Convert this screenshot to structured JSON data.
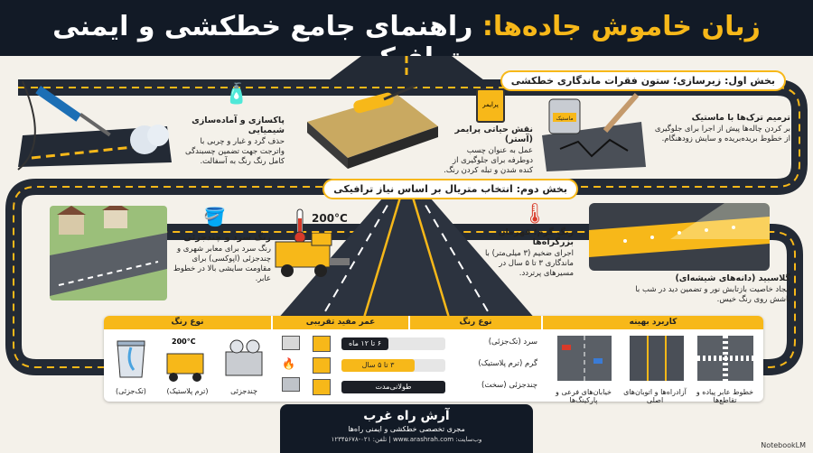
{
  "header": {
    "title_main": "زبان خاموش جاده‌ها:",
    "title_rest": "راهنمای جامع خطکشی و ایمنی ترافیکی"
  },
  "section1": {
    "banner": "بخش اول: زیرسازی؛ ستون فقرات ماندگاری خطکشی",
    "mastic_can_label": "ماستیک",
    "primer_can_label": "پرایمر",
    "step_mastic": {
      "title": "ترمیم ترک‌ها با ماستیک",
      "body": "بر کردن چاله‌ها پیش از اجرا برای جلوگیری از خطوط بریده‌بریده و سایش زودهنگام."
    },
    "step_primer": {
      "title": "نقش حیاتی پرایمر (آستر)",
      "body": "عمل به عنوان چسب دوطرفه برای جلوگیری از کنده شدن و تبله کردن رنگ."
    },
    "step_clean": {
      "title": "پاکسازی و آماده‌سازی شیمیایی",
      "body": "حذف گرد و غبار و چربی با واترجت جهت تضمین چسبندگی کامل رنگ رنگ به آسفالت."
    }
  },
  "section2": {
    "banner": "بخش دوم: انتخاب متریال بر اساس نیاز ترافیکی",
    "temp_label": "200°C",
    "cold": {
      "title": "رنگ سرد و چندجزئی",
      "body": "رنگ سرد برای معابر شهری و چندجزئی (اپوکسی) برای مقاومت سایشی بالا در خطوط عابر."
    },
    "hot": {
      "title": "رنگ گرم؛ قهرمان بزرگراه‌ها",
      "body": "اجرای ضخیم (۳ میلی‌متر) با ماندگاری ۳ تا ۵ سال در مسیرهای پرتردد."
    },
    "glass": {
      "title": "گلاسبید (دانه‌های شیشه‌ای)",
      "body": "ایجاد خاصیت بازتابش نور و تضمین دید در شب با پاشش روی رنگ خیس."
    }
  },
  "table": {
    "col_type": "نوع رنگ",
    "col_life": "عمر مفید تقریبی",
    "col_type2": "نوع رنگ",
    "col_use": "کاربرد بهینه",
    "rows": [
      {
        "label": "سرد (تک‌جزئی)",
        "bar": "۶ تا ۱۲ ماه",
        "fraction": 0.45,
        "color": "#1c1f26"
      },
      {
        "label": "گرم (ترم پلاستیک)",
        "bar": "۳ تا ۵ سال",
        "fraction": 0.7,
        "color": "#f7b819"
      },
      {
        "label": "چندجزئی (سخت)",
        "bar": "طولانی‌مدت",
        "fraction": 1.0,
        "color": "#1c1f26"
      }
    ],
    "type_captions": [
      "(تک‌جزئی)",
      "(ترم پلاستیک)",
      "چندجزئی"
    ],
    "type_temp": "200°C",
    "use_captions": [
      "خیابان‌های فرعی و پارکینگ‌ها",
      "آزادراه‌ها و اتوبان‌های اصلی",
      "خطوط عابر پیاده و تقاطع‌ها"
    ]
  },
  "footer": {
    "brand": "آرش راه غرب",
    "tagline": "مجری تخصصی خطکشی و ایمنی راه‌ها",
    "contact": "وب‌سایت: www.arashrah.com | تلفن: ۰۲۱-۱۲۳۴۵۶۷۸"
  },
  "watermark": "NotebookLM",
  "colors": {
    "accent": "#f7b819",
    "dark": "#121a26",
    "road": "#232a35"
  }
}
